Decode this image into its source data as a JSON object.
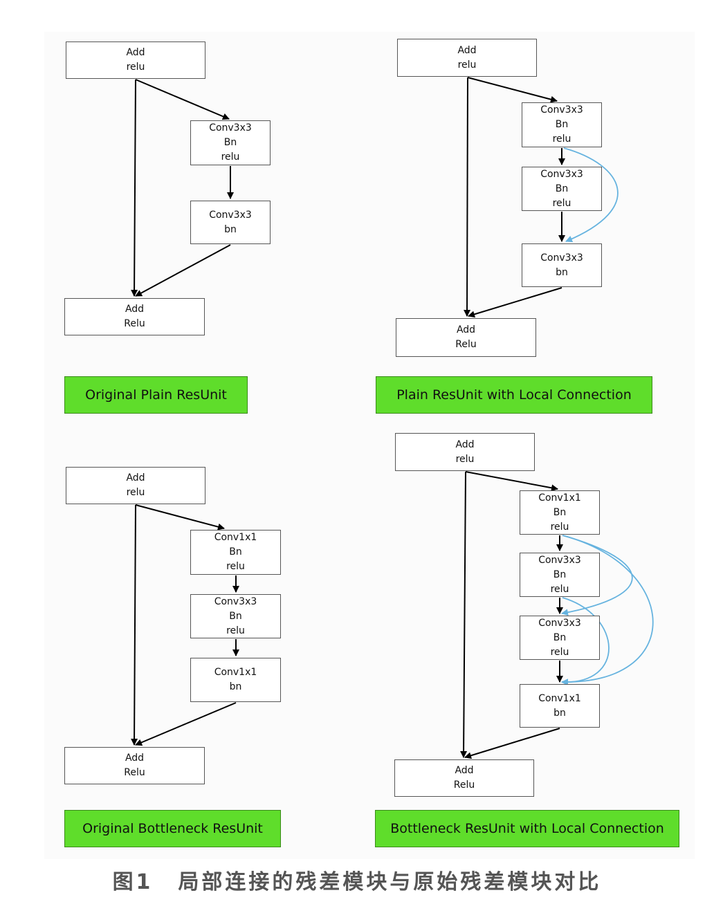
{
  "colors": {
    "arrow": "#000000",
    "local_connection": "#66b3df",
    "label_fill": "#5fdd2b"
  },
  "panels": {
    "original_plain": {
      "title": "Original Plain ResUnit",
      "input": [
        "Add",
        "relu"
      ],
      "layers": [
        [
          "Conv3x3",
          "Bn",
          "relu"
        ],
        [
          "Conv3x3",
          "bn"
        ]
      ],
      "output": [
        "Add",
        "Relu"
      ]
    },
    "plain_local": {
      "title": "Plain ResUnit with Local Connection",
      "input": [
        "Add",
        "relu"
      ],
      "layers": [
        [
          "Conv3x3",
          "Bn",
          "relu"
        ],
        [
          "Conv3x3",
          "Bn",
          "relu"
        ],
        [
          "Conv3x3",
          "bn"
        ]
      ],
      "output": [
        "Add",
        "Relu"
      ]
    },
    "original_bottleneck": {
      "title": "Original Bottleneck ResUnit",
      "input": [
        "Add",
        "relu"
      ],
      "layers": [
        [
          "Conv1x1",
          "Bn",
          "relu"
        ],
        [
          "Conv3x3",
          "Bn",
          "relu"
        ],
        [
          "Conv1x1",
          "bn"
        ]
      ],
      "output": [
        "Add",
        "Relu"
      ]
    },
    "bottleneck_local": {
      "title": "Bottleneck ResUnit with Local Connection",
      "input": [
        "Add",
        "relu"
      ],
      "layers": [
        [
          "Conv1x1",
          "Bn",
          "relu"
        ],
        [
          "Conv3x3",
          "Bn",
          "relu"
        ],
        [
          "Conv3x3",
          "Bn",
          "relu"
        ],
        [
          "Conv1x1",
          "bn"
        ]
      ],
      "output": [
        "Add",
        "Relu"
      ]
    }
  },
  "caption": {
    "figure_number": "图1",
    "text": "局部连接的残差模块与原始残差模块对比"
  }
}
